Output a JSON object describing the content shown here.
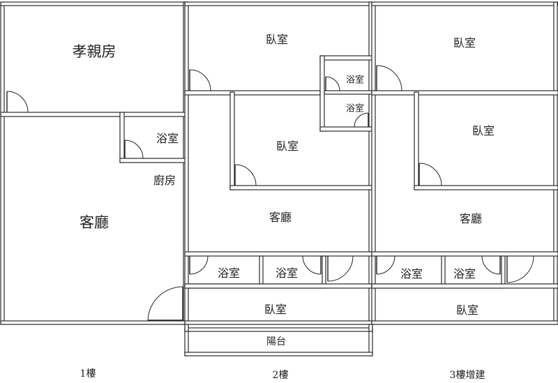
{
  "floors": [
    {
      "id": "f1",
      "caption": "1樓",
      "rooms": {
        "elder": "孝親房",
        "bath": "浴室",
        "kitchen": "廚房",
        "living": "客廳"
      }
    },
    {
      "id": "f2",
      "caption": "2樓",
      "rooms": {
        "bedroom_top": "臥室",
        "bath_a": "浴室",
        "bath_b": "浴室",
        "bedroom_mid": "臥室",
        "living": "客廳",
        "bath_c": "浴室",
        "bath_d": "浴室",
        "bedroom_bottom": "臥室",
        "balcony": "陽台"
      }
    },
    {
      "id": "f3",
      "caption": "3樓增建",
      "rooms": {
        "bedroom_top": "臥室",
        "bedroom_mid": "臥室",
        "living": "客廳",
        "bath_a": "浴室",
        "bath_b": "浴室",
        "bedroom_bottom": "臥室"
      }
    }
  ]
}
